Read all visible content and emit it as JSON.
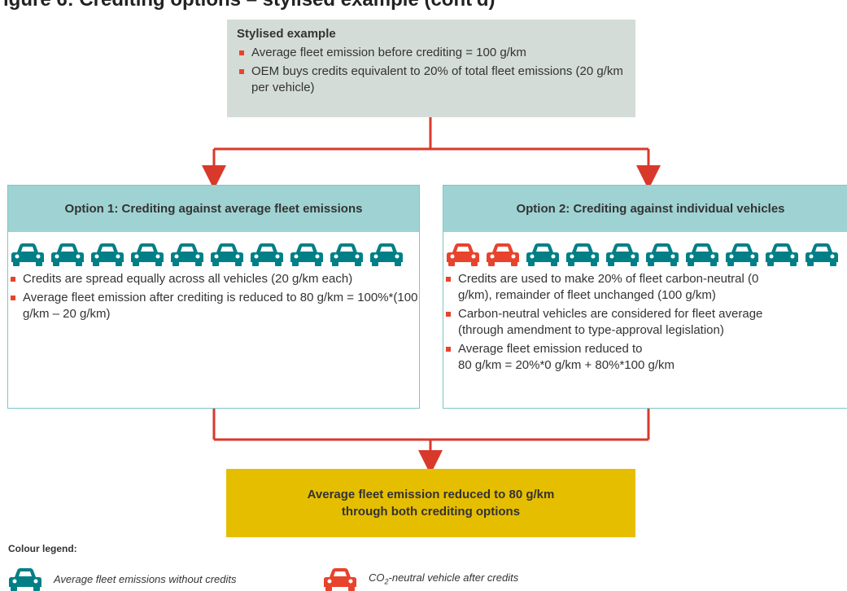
{
  "page": {
    "title": "igure 6: Crediting options – stylised example (cont'd)"
  },
  "stylised": {
    "heading": "Stylised example",
    "bullets": [
      "Average fleet emission before crediting = 100 g/km",
      "OEM buys credits equivalent to 20% of total fleet emissions (20 g/km per vehicle)"
    ]
  },
  "option1": {
    "heading": "Option 1: Crediting against average fleet emissions",
    "cars": [
      "teal",
      "teal",
      "teal",
      "teal",
      "teal",
      "teal",
      "teal",
      "teal",
      "teal",
      "teal"
    ],
    "bullets": [
      "Credits are spread equally across all vehicles (20 g/km each)",
      "Average fleet emission after crediting is reduced to 80 g/km = 100%*(100 g/km – 20 g/km)"
    ]
  },
  "option2": {
    "heading": "Option 2: Crediting against individual vehicles",
    "cars": [
      "red",
      "red",
      "teal",
      "teal",
      "teal",
      "teal",
      "teal",
      "teal",
      "teal",
      "teal"
    ],
    "bullets": [
      [
        "Credits are used to make 20% of fleet carbon-neutral (0",
        "g/km), remainder of fleet unchanged (100 g/km)"
      ],
      [
        "Carbon-neutral vehicles are considered for fleet average",
        "(through amendment to type-approval legislation)"
      ],
      [
        "Average fleet emission reduced to",
        "80 g/km = 20%*0 g/km + 80%*100 g/km"
      ]
    ]
  },
  "result": {
    "line1": "Average fleet emission reduced to 80 g/km",
    "line2": "through both crediting options"
  },
  "legend": {
    "title": "Colour legend:",
    "teal_label": "Average fleet emissions without credits",
    "red_label_prefix": "CO",
    "red_label_sub": "2",
    "red_label_suffix": "-neutral vehicle after credits"
  },
  "colors": {
    "teal": "#007f86",
    "red": "#e8432c",
    "connector": "#d9392b",
    "stylised_bg": "#d4dcd7",
    "option_head_bg": "#9fd3d3",
    "option_border": "#7cc7c7",
    "result_bg": "#e6be00"
  }
}
